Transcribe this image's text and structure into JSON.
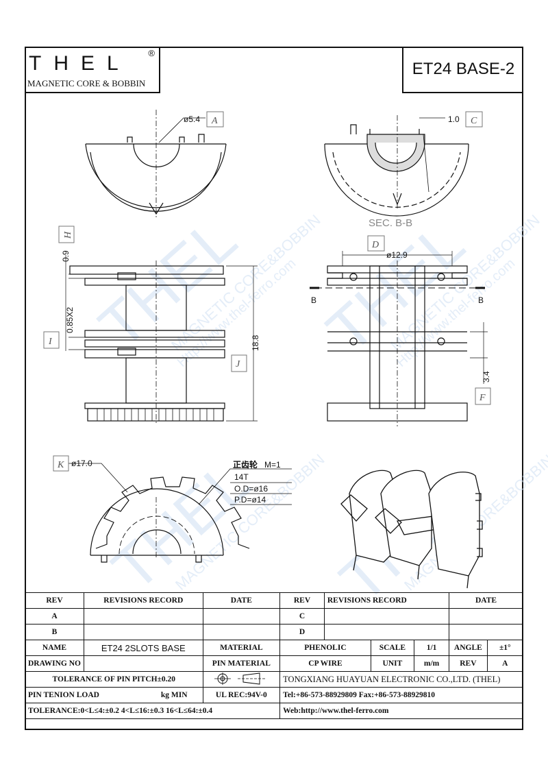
{
  "logo": {
    "brand": "THEL",
    "registered": "®",
    "tagline": "MAGNETIC CORE & BOBBIN"
  },
  "title": "ET24 BASE-2",
  "watermark": {
    "brand": "THEL",
    "line1": "MAGNETIC CORE&BOBBIN",
    "line2": "Http://www.thel-ferro.com",
    "registered": "®"
  },
  "dimensions": {
    "top_left": {
      "dia": "ø5.4",
      "ref": "A"
    },
    "top_right": {
      "thick": "1.0",
      "ref": "C",
      "section": "SEC. B-B"
    },
    "side_left": {
      "h": "0.9",
      "ref_h": "H",
      "i": "0.85X2",
      "ref_i": "I",
      "total": "18.8",
      "ref_j": "J"
    },
    "side_right": {
      "dia": "ø12.9",
      "ref": "D",
      "b": "B",
      "f": "3.4",
      "ref_f": "F"
    },
    "gear": {
      "dia": "ø17.0",
      "ref": "K",
      "title": "正齿轮",
      "module": "M=1",
      "teeth": "14T",
      "od": "O.D=ø16",
      "pd": "P.D=ø14"
    }
  },
  "table": {
    "rev_header": "REV",
    "revisions_header": "REVISIONS RECORD",
    "date_header": "DATE",
    "rev_a": "A",
    "rev_b": "B",
    "rev_c": "C",
    "rev_d": "D",
    "name_label": "NAME",
    "name_value": "ET24 2SLOTS BASE",
    "material_label": "MATERIAL",
    "material_value": "PHENOLIC",
    "scale_label": "SCALE",
    "scale_value": "1/1",
    "angle_label": "ANGLE",
    "angle_value": "±1°",
    "drawing_no_label": "DRAWING NO",
    "pin_material_label": "PIN MATERIAL",
    "pin_material_value": "CP WIRE",
    "unit_label": "UNIT",
    "unit_value": "m/m",
    "rev_label": "REV",
    "rev_value": "A",
    "tolerance_pitch": "TOLERANCE OF PIN PITCH±0.20",
    "company": "TONGXIANG HUAYUAN ELECTRONIC CO.,LTD. (THEL)",
    "pin_tension": "PIN TENION LOAD",
    "pin_tension_unit": "kg MIN",
    "ul": "UL REC:94V-0",
    "tel": "Tel:+86-573-88929809 Fax:+86-573-88929810",
    "tolerance": "TOLERANCE:0<L≤4:±0.2  4<L≤16:±0.3  16<L≤64:±0.4",
    "web": "Web:http://www.thel-ferro.com"
  }
}
